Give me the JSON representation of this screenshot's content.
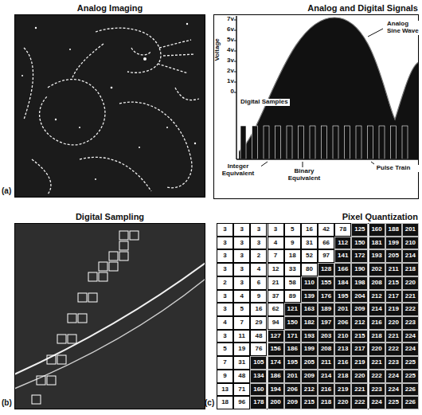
{
  "diagram": {
    "nodes": [
      {
        "text": [
          "Analog Imaging"
        ]
      },
      {
        "text": [
          "Analog and Digital Signals"
        ]
      },
      {
        "text": [
          "Digital Sampling"
        ]
      },
      {
        "text": [
          "Pixel Quantization"
        ]
      }
    ],
    "labels": [
      "(a)",
      "7v",
      "6v",
      "5v",
      "4v",
      "3v",
      "2v",
      "1v",
      "0",
      "Voltage",
      "Analog Sine Wave",
      "Digital Samples",
      "Integer Equivalent",
      "Binary Equivalent",
      "Pulse Train",
      "(b)",
      "(c)",
      "3",
      "3",
      "3",
      "3",
      "5",
      "16",
      "42",
      "78",
      "125",
      "160",
      "188",
      "201",
      "3",
      "3",
      "3",
      "4",
      "9",
      "31",
      "66",
      "112",
      "150",
      "181",
      "199",
      "210",
      "3",
      "3",
      "2",
      "7",
      "18",
      "52",
      "97",
      "141",
      "172",
      "193",
      "205",
      "214",
      "3",
      "3",
      "4",
      "12",
      "33",
      "80",
      "128",
      "166",
      "190",
      "202",
      "211",
      "218",
      "2",
      "3",
      "6",
      "21",
      "58",
      "110",
      "155",
      "184",
      "198",
      "208",
      "215",
      "220",
      "3",
      "4",
      "9",
      "37",
      "89",
      "139",
      "176",
      "195",
      "204",
      "212",
      "217",
      "221",
      "3",
      "5",
      "16",
      "62",
      "121",
      "163",
      "189",
      "201",
      "209",
      "214",
      "219",
      "222",
      "4",
      "7",
      "29",
      "94",
      "150",
      "182",
      "197",
      "206",
      "212",
      "216",
      "220",
      "223",
      "3",
      "11",
      "48",
      "127",
      "171",
      "193",
      "203",
      "210",
      "215",
      "218",
      "221",
      "224",
      "5",
      "19",
      "76",
      "156",
      "186",
      "199",
      "208",
      "213",
      "217",
      "220",
      "222",
      "224",
      "7",
      "31",
      "105",
      "174",
      "195",
      "205",
      "211",
      "216",
      "219",
      "221",
      "223",
      "225",
      "9",
      "48",
      "134",
      "186",
      "201",
      "209",
      "214",
      "218",
      "220",
      "222",
      "224",
      "225",
      "13",
      "71",
      "160",
      "194",
      "206",
      "212",
      "216",
      "219",
      "221",
      "223",
      "224",
      "226",
      "18",
      "96",
      "178",
      "200",
      "209",
      "215",
      "218",
      "220",
      "222",
      "224",
      "225",
      "226"
    ]
  }
}
